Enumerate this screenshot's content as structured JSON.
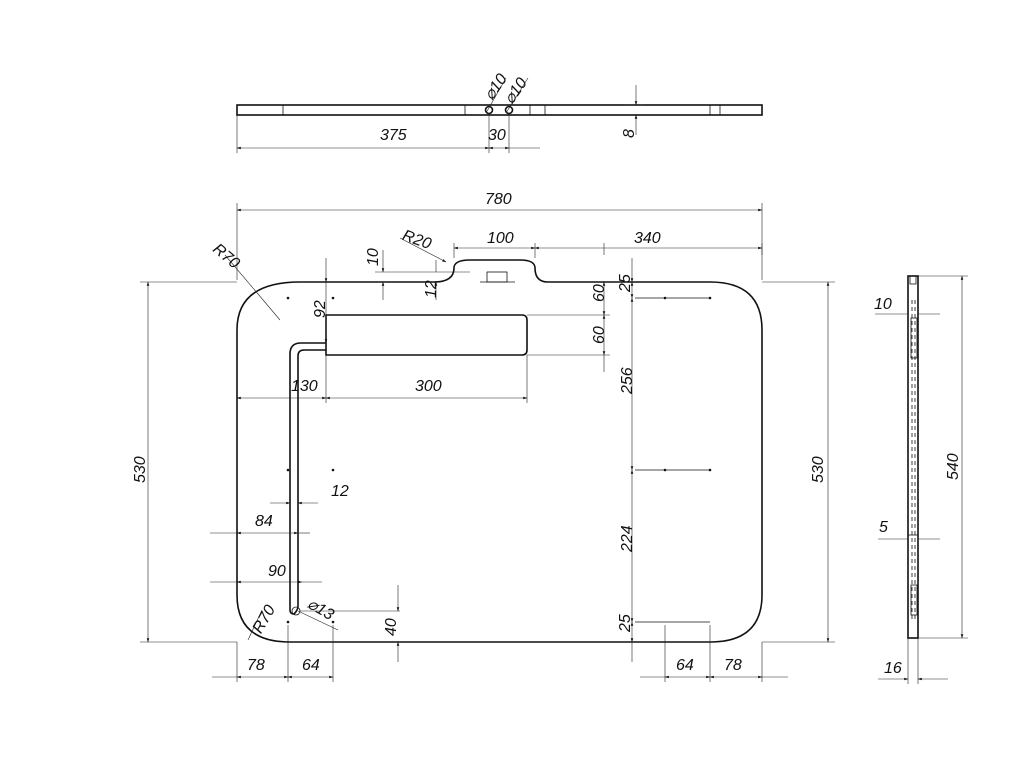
{
  "dimensions": {
    "top_view": {
      "length_375": "375",
      "hole_spacing_30": "30",
      "thickness_8": "8",
      "hole_dia_a": "10",
      "hole_dia_b": "10"
    },
    "front_view": {
      "width_780": "780",
      "width_100": "100",
      "width_340": "340",
      "radius_r20": "R20",
      "radius_r70_top": "R70",
      "radius_r70_bottom": "R70",
      "offset_10": "10",
      "offset_12_top": "12",
      "offset_92": "92",
      "offset_60_a": "60",
      "offset_60_b": "60",
      "offset_130": "130",
      "width_300": "300",
      "height_530_left": "530",
      "height_530_right": "530",
      "offset_12_mid": "12",
      "offset_84": "84",
      "offset_90": "90",
      "hole_dia_13": "13",
      "offset_40": "40",
      "bottom_78_left": "78",
      "bottom_64_left": "64",
      "bottom_64_right": "64",
      "bottom_78_right": "78",
      "right_25_top": "25",
      "right_256": "256",
      "right_224": "224",
      "right_25_bottom": "25"
    },
    "side_view": {
      "side_10": "10",
      "side_540": "540",
      "side_5": "5",
      "side_16": "16"
    }
  }
}
